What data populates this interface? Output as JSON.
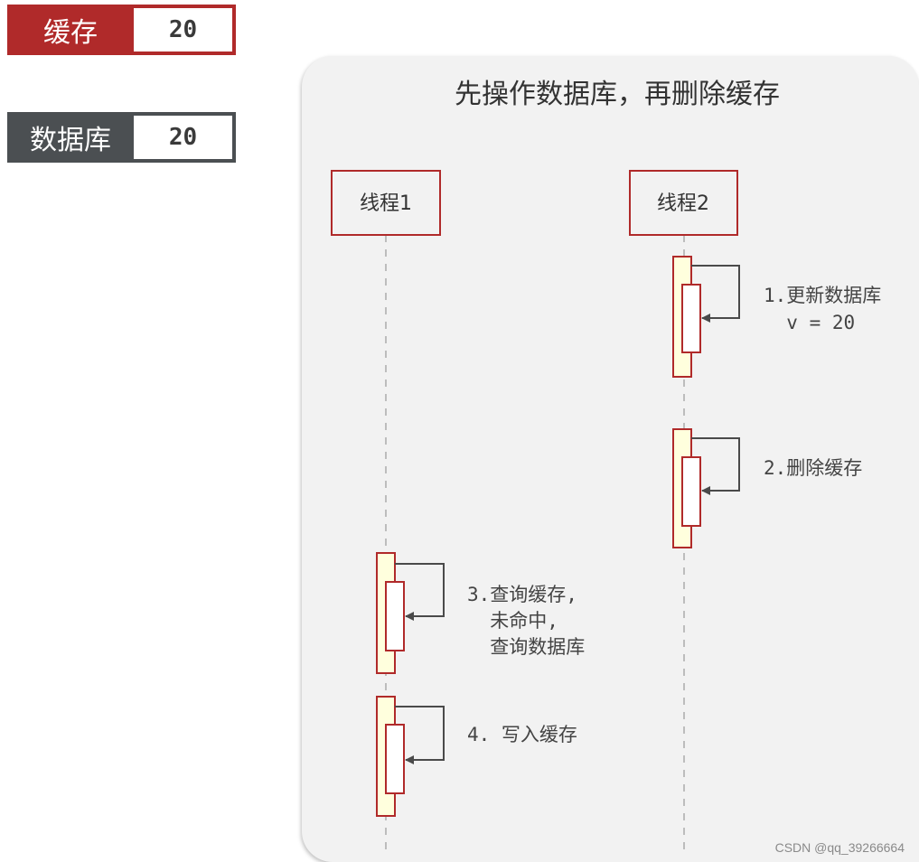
{
  "cache": {
    "label": "缓存",
    "value": "20"
  },
  "database": {
    "label": "数据库",
    "value": "20"
  },
  "diagram": {
    "title": "先操作数据库，再删除缓存",
    "participants": [
      "线程1",
      "线程2"
    ],
    "steps": [
      {
        "lines": [
          "1.更新数据库",
          "  v = 20"
        ]
      },
      {
        "lines": [
          "2.删除缓存"
        ]
      },
      {
        "lines": [
          "3.查询缓存,",
          "  未命中,",
          "  查询数据库"
        ]
      },
      {
        "lines": [
          "4. 写入缓存"
        ]
      }
    ],
    "colors": {
      "accent_red": "#b02a2a",
      "activation_fill": "#ffffdd",
      "dark_gray": "#4b4f52",
      "panel_bg": "#f2f2f2"
    }
  },
  "watermark": "CSDN @qq_39266664"
}
